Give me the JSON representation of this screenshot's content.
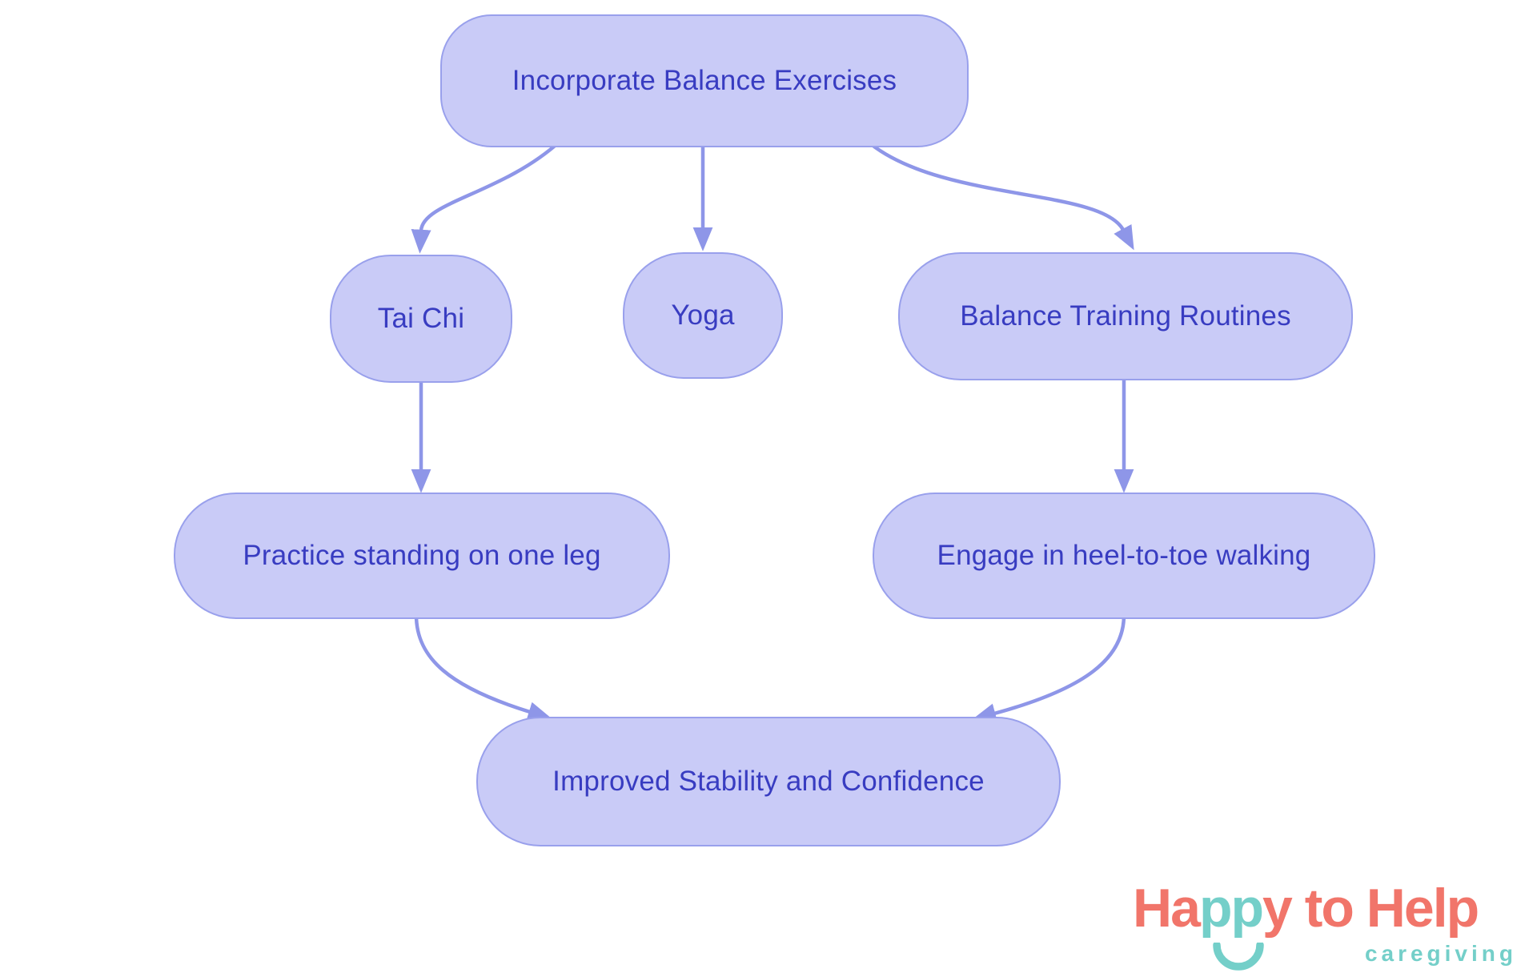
{
  "page": {
    "background_color": "#ffffff"
  },
  "diagram": {
    "nodes": {
      "root": {
        "label": "Incorporate Balance Exercises"
      },
      "tai_chi": {
        "label": "Tai Chi"
      },
      "yoga": {
        "label": "Yoga"
      },
      "balance_training": {
        "label": "Balance Training Routines"
      },
      "practice_leg": {
        "label": "Practice standing on one leg"
      },
      "heel_toe": {
        "label": "Engage in heel-to-toe walking"
      },
      "improved": {
        "label": "Improved Stability and Confidence"
      }
    },
    "edges": [
      {
        "from": "root",
        "to": "tai_chi"
      },
      {
        "from": "root",
        "to": "yoga"
      },
      {
        "from": "root",
        "to": "balance_training"
      },
      {
        "from": "tai_chi",
        "to": "practice_leg"
      },
      {
        "from": "balance_training",
        "to": "heel_toe"
      },
      {
        "from": "practice_leg",
        "to": "improved"
      },
      {
        "from": "heel_toe",
        "to": "improved"
      }
    ],
    "style": {
      "node_fill": "#c9cbf7",
      "node_border": "#99a0ec",
      "node_text": "#383cc1",
      "arrow_color": "#8e96e8"
    }
  },
  "logo": {
    "part_ha": "Ha",
    "part_pp": "pp",
    "part_y": "y",
    "part_rest": " to Help",
    "tagline": "caregiving",
    "coral": "#f1756a",
    "teal": "#74cfc9"
  }
}
